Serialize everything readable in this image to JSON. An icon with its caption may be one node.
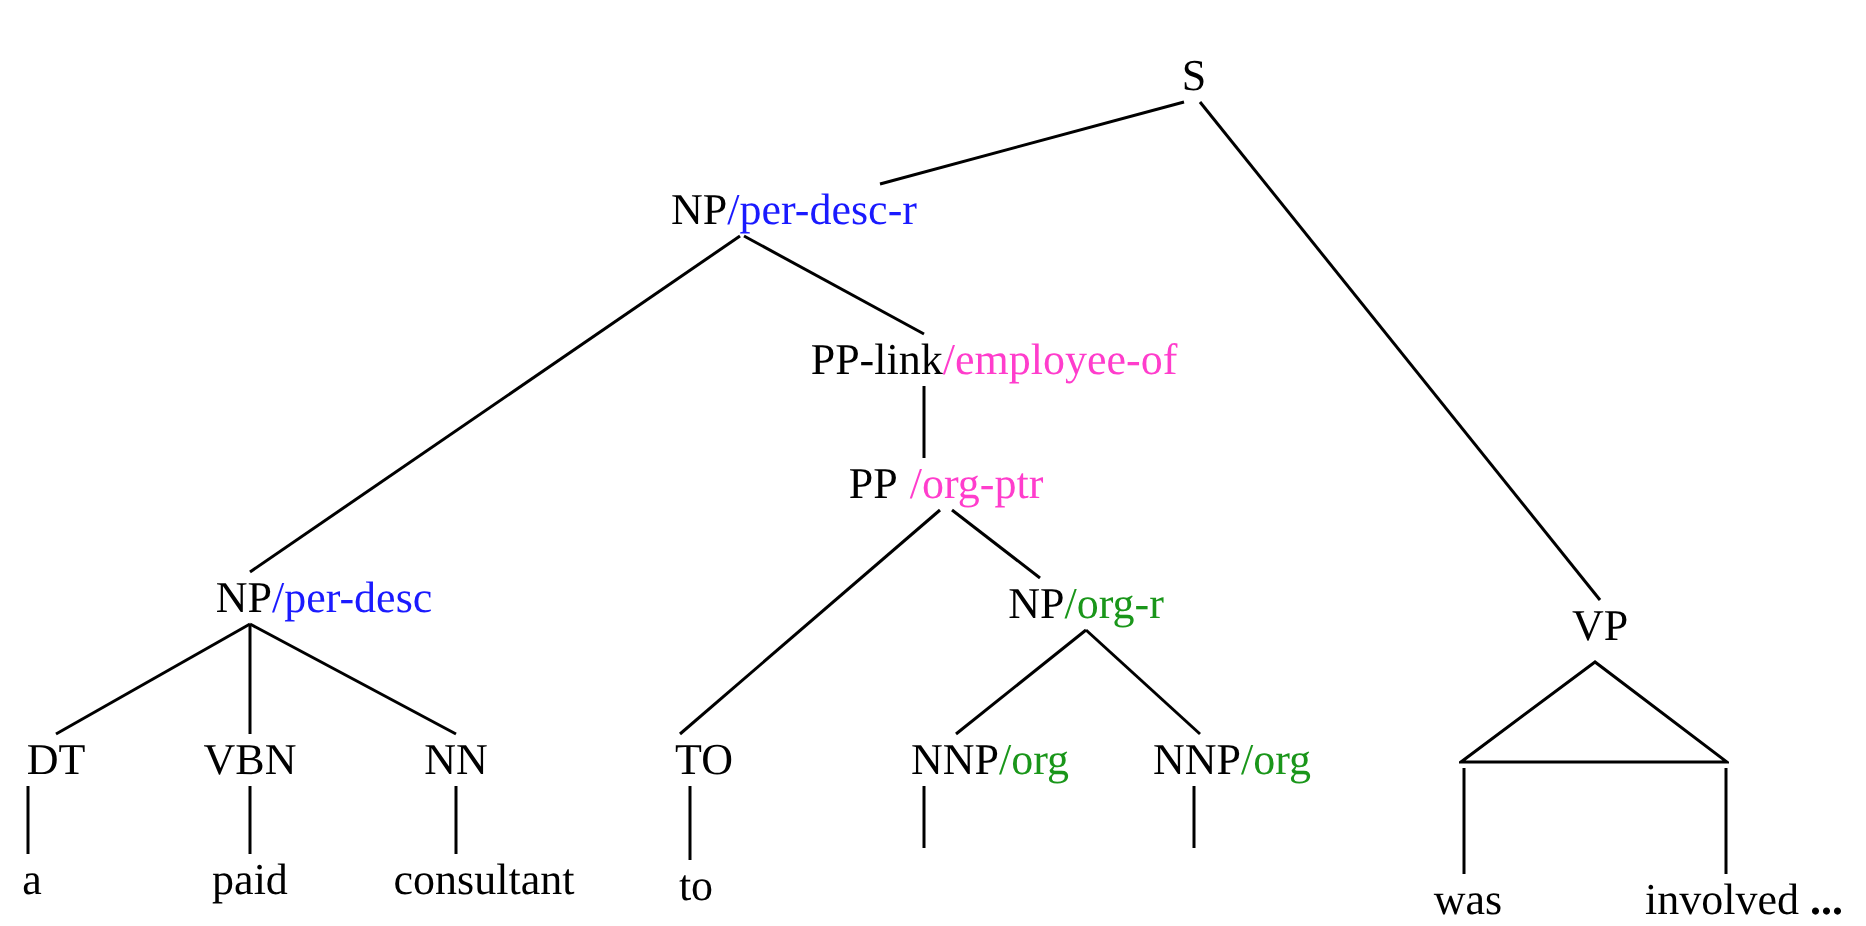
{
  "diagram": {
    "nodes": [
      {
        "text": [
          "S"
        ]
      },
      {
        "text": [
          "NP",
          "/per-desc-r"
        ]
      },
      {
        "text": [
          "PP-link",
          "/employee-of"
        ]
      },
      {
        "text": [
          "PP",
          "/org-ptr"
        ]
      },
      {
        "text": [
          "NP",
          "/per-desc"
        ]
      },
      {
        "text": [
          "NP",
          "/org-r"
        ]
      },
      {
        "text": [
          "VP"
        ]
      },
      {
        "text": [],
        "shape": "triangle"
      },
      {
        "text": [
          "DT"
        ]
      },
      {
        "text": [
          "VBN"
        ]
      },
      {
        "text": [
          "NN"
        ]
      },
      {
        "text": [
          "TO"
        ]
      },
      {
        "text": [
          "NNP",
          "/org"
        ]
      },
      {
        "text": [
          "NNP",
          "/org"
        ]
      },
      {
        "text": [
          "a"
        ]
      },
      {
        "text": [
          "paid"
        ]
      },
      {
        "text": [
          "consultant"
        ]
      },
      {
        "text": [
          "to"
        ]
      },
      {
        "text": [
          "was"
        ]
      },
      {
        "text": [
          "involved **...**"
        ]
      }
    ],
    "edges": [
      {
        "from": 0,
        "to": 1,
        "arrow": "none"
      },
      {
        "from": 0,
        "to": 6,
        "arrow": "none"
      },
      {
        "from": 1,
        "to": 4,
        "arrow": "none"
      },
      {
        "from": 1,
        "to": 2,
        "arrow": "none"
      },
      {
        "from": 2,
        "to": 3,
        "arrow": "none"
      },
      {
        "from": 3,
        "to": 11,
        "arrow": "none"
      },
      {
        "from": 3,
        "to": 5,
        "arrow": "none"
      },
      {
        "from": 4,
        "to": 8,
        "arrow": "none"
      },
      {
        "from": 4,
        "to": 9,
        "arrow": "none"
      },
      {
        "from": 4,
        "to": 10,
        "arrow": "none"
      },
      {
        "from": 5,
        "to": 12,
        "arrow": "none"
      },
      {
        "from": 5,
        "to": 13,
        "arrow": "none"
      },
      {
        "from": 8,
        "to": 14,
        "arrow": "none"
      },
      {
        "from": 9,
        "to": 15,
        "arrow": "none"
      },
      {
        "from": 10,
        "to": 16,
        "arrow": "none"
      },
      {
        "from": 11,
        "to": 17,
        "arrow": "none"
      },
      {
        "from": 12,
        "to": null,
        "arrow": "none"
      },
      {
        "from": 13,
        "to": null,
        "arrow": "none"
      },
      {
        "from": 7,
        "to": 18,
        "arrow": "none"
      },
      {
        "from": 7,
        "to": 19,
        "arrow": "none"
      }
    ]
  }
}
